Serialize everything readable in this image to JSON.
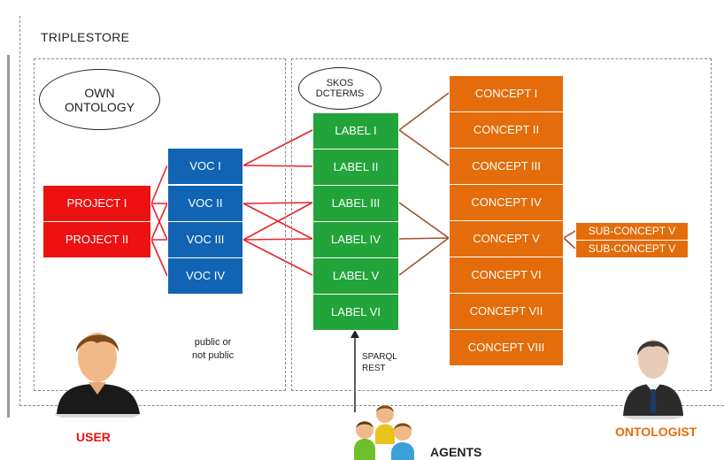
{
  "title": "TRIPLESTORE",
  "own_ontology": [
    "OWN",
    "ONTOLOGY"
  ],
  "skos": [
    "SKOS",
    "DCTERMS"
  ],
  "projects": [
    "PROJECT I",
    "PROJECT II"
  ],
  "vocs": [
    "VOC I",
    "VOC II",
    "VOC III",
    "VOC IV"
  ],
  "labels": [
    "LABEL I",
    "LABEL II",
    "LABEL III",
    "LABEL IV",
    "LABEL V",
    "LABEL VI"
  ],
  "concepts": [
    "CONCEPT I",
    "CONCEPT II",
    "CONCEPT III",
    "CONCEPT IV",
    "CONCEPT V",
    "CONCEPT VI",
    "CONCEPT VII",
    "CONCEPT VIII"
  ],
  "sub_concepts": [
    "SUB-CONCEPT V",
    "SUB-CONCEPT V"
  ],
  "visibility": [
    "public or",
    "not public"
  ],
  "access": [
    "SPARQL",
    "REST"
  ],
  "roles": {
    "user": "USER",
    "agents": "AGENTS",
    "ontologist": "ONTOLOGIST"
  },
  "colors": {
    "red": "#ee1111",
    "blue": "#1164b4",
    "green": "#22a43a",
    "orange": "#e46c0a",
    "link_red": "#e8222a",
    "link_brown": "#a0522d",
    "role_orange": "#e46c0a"
  }
}
